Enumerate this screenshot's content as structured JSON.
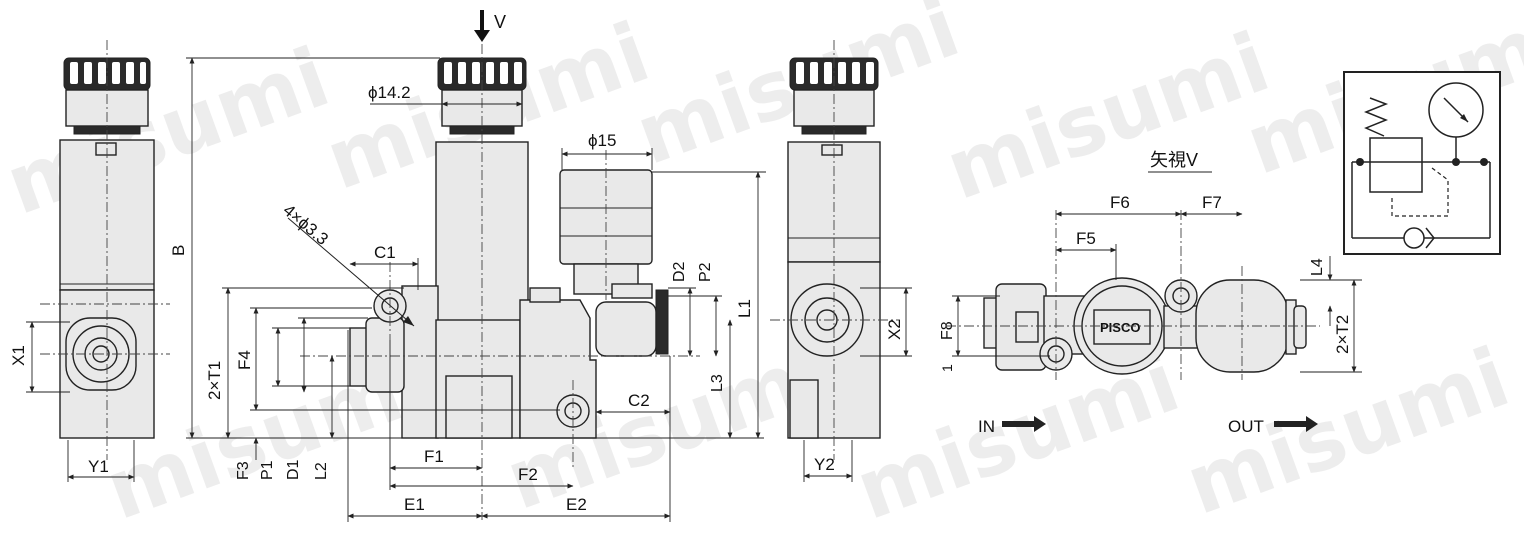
{
  "watermark": "misumi",
  "arrow_view": "V",
  "front_view": {
    "dia_knob": "ϕ14.2",
    "dia_gauge": "ϕ15",
    "holes": "4×ϕ3.3",
    "labels": {
      "B": "B",
      "C1": "C1",
      "C2": "C2",
      "T1": "2×T1",
      "F1": "F1",
      "F2": "F2",
      "F3": "F3",
      "F4": "F4",
      "E1": "E1",
      "E2": "E2",
      "P1": "P1",
      "P2": "P2",
      "D1": "D1",
      "D2": "D2",
      "L1": "L1",
      "L2": "L2",
      "L3": "L3"
    }
  },
  "left_view": {
    "X1": "X1",
    "Y1": "Y1"
  },
  "right_view": {
    "X2": "X2",
    "Y2": "Y2"
  },
  "view_v": {
    "title": "矢視V",
    "F5": "F5",
    "F6": "F6",
    "F7": "F7",
    "F8": "F8",
    "L4": "L4",
    "T2": "2×T2",
    "one": "1",
    "in_label": "IN",
    "out_label": "OUT",
    "logo": "PISCO"
  },
  "symbol": {
    "name": "regulator-with-gauge-symbol"
  }
}
